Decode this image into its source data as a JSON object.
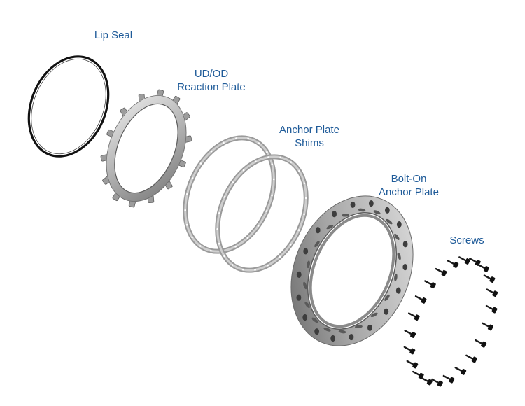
{
  "diagram": {
    "labels": {
      "lip_seal": "Lip Seal",
      "reaction_plate": [
        "UD/OD",
        "Reaction Plate"
      ],
      "anchor_plate_shims": [
        "Anchor Plate",
        "Shims"
      ],
      "bolt_on_anchor_plate": [
        "Bolt-On",
        "Anchor Plate"
      ],
      "screws": "Screws"
    },
    "colors": {
      "label_text": "#1f5b99",
      "steel_light": "#d9d9d9",
      "steel_mid": "#a9a9a9",
      "steel_dark": "#6f6f6f",
      "seal": "#111111",
      "screw": "#1a1a1a"
    },
    "parts": [
      {
        "name": "lip-seal",
        "kind": "o-ring"
      },
      {
        "name": "ud-od-reaction-plate",
        "kind": "tabbed-ring"
      },
      {
        "name": "anchor-plate-shims",
        "kind": "thin-rings",
        "count": 2
      },
      {
        "name": "bolt-on-anchor-plate",
        "kind": "bolted-flange"
      },
      {
        "name": "screws",
        "kind": "screw-set",
        "count": 22
      }
    ]
  }
}
